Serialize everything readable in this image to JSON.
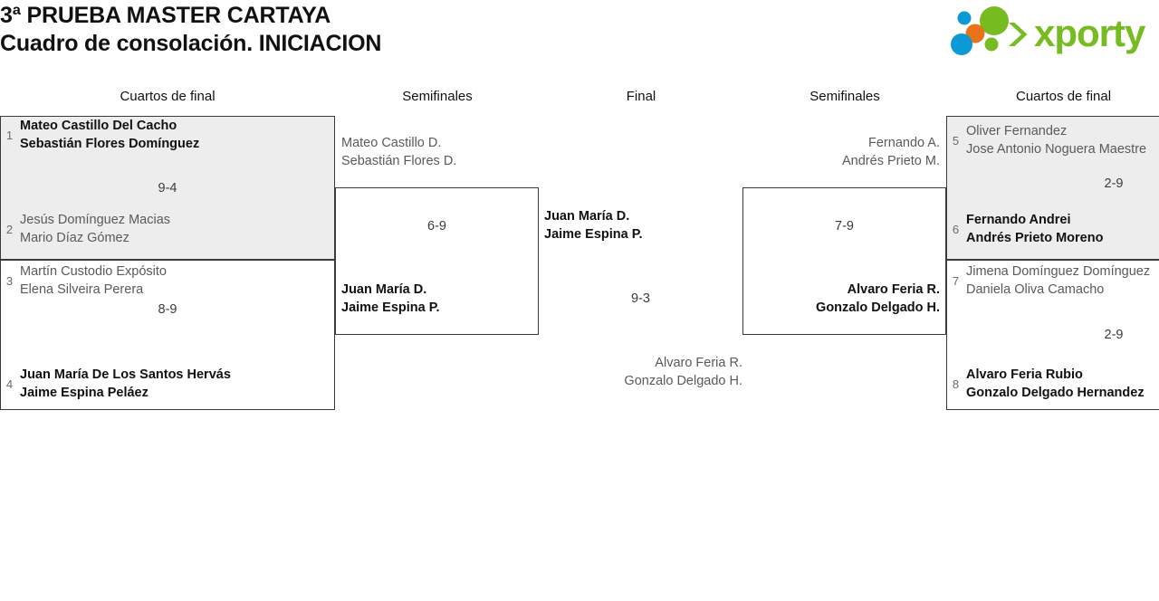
{
  "header": {
    "title_line_1": "3ª PRUEBA MASTER CARTAYA",
    "title_line_2": "Cuadro de consolación. INICIACION",
    "logo_text": "xporty",
    "logo_colors": {
      "green": "#76bc21",
      "blue": "#0b9ad6",
      "orange": "#e8731a"
    }
  },
  "round_headers": {
    "qf_left": "Cuartos de final",
    "sf_left": "Semifinales",
    "final": "Final",
    "sf_right": "Semifinales",
    "qf_right": "Cuartos de final"
  },
  "colors": {
    "shaded_row": "#ededed",
    "border": "#3a3a3a",
    "winner_text": "#111111",
    "loser_text": "#5a5a5a",
    "seed_text": "#6a6a6a"
  },
  "bracket": {
    "quarterfinals_left": [
      {
        "seed": "1",
        "player_1": "Mateo Castillo Del Cacho",
        "player_2": "Sebastián Flores Domínguez",
        "winner": true
      },
      {
        "seed": "2",
        "player_1": "Jesús Domínguez Macias",
        "player_2": "Mario Díaz Gómez",
        "winner": false
      },
      {
        "seed": "3",
        "player_1": "Martín Custodio Expósito",
        "player_2": "Elena Silveira Perera",
        "winner": false
      },
      {
        "seed": "4",
        "player_1": "Juan María De Los Santos Hervás",
        "player_2": "Jaime Espina Peláez",
        "winner": true
      }
    ],
    "quarterfinals_left_scores": [
      "9-4",
      "8-9"
    ],
    "semifinals_left": [
      {
        "player_1": "Mateo Castillo D.",
        "player_2": "Sebastián Flores D.",
        "winner": false
      },
      {
        "player_1": "Juan María D.",
        "player_2": "Jaime Espina P.",
        "winner": true
      }
    ],
    "semifinals_left_score": "6-9",
    "final": [
      {
        "player_1": "Juan María D.",
        "player_2": "Jaime Espina P.",
        "winner": true
      },
      {
        "player_1": "Alvaro Feria R.",
        "player_2": "Gonzalo Delgado H.",
        "winner": false
      }
    ],
    "final_score": "9-3",
    "semifinals_right": [
      {
        "player_1": "Fernando A.",
        "player_2": "Andrés Prieto M.",
        "winner": false
      },
      {
        "player_1": "Alvaro Feria R.",
        "player_2": "Gonzalo Delgado H.",
        "winner": true
      }
    ],
    "semifinals_right_score": "7-9",
    "quarterfinals_right": [
      {
        "seed": "5",
        "player_1": "Oliver Fernandez",
        "player_2": "Jose Antonio Noguera Maestre",
        "winner": false
      },
      {
        "seed": "6",
        "player_1": "Fernando Andrei",
        "player_2": "Andrés Prieto Moreno",
        "winner": true
      },
      {
        "seed": "7",
        "player_1": "Jimena Domínguez Domínguez",
        "player_2": "Daniela Oliva Camacho",
        "winner": false
      },
      {
        "seed": "8",
        "player_1": "Alvaro Feria Rubio",
        "player_2": "Gonzalo Delgado Hernandez",
        "winner": true
      }
    ],
    "quarterfinals_right_scores": [
      "2-9",
      "2-9"
    ]
  }
}
